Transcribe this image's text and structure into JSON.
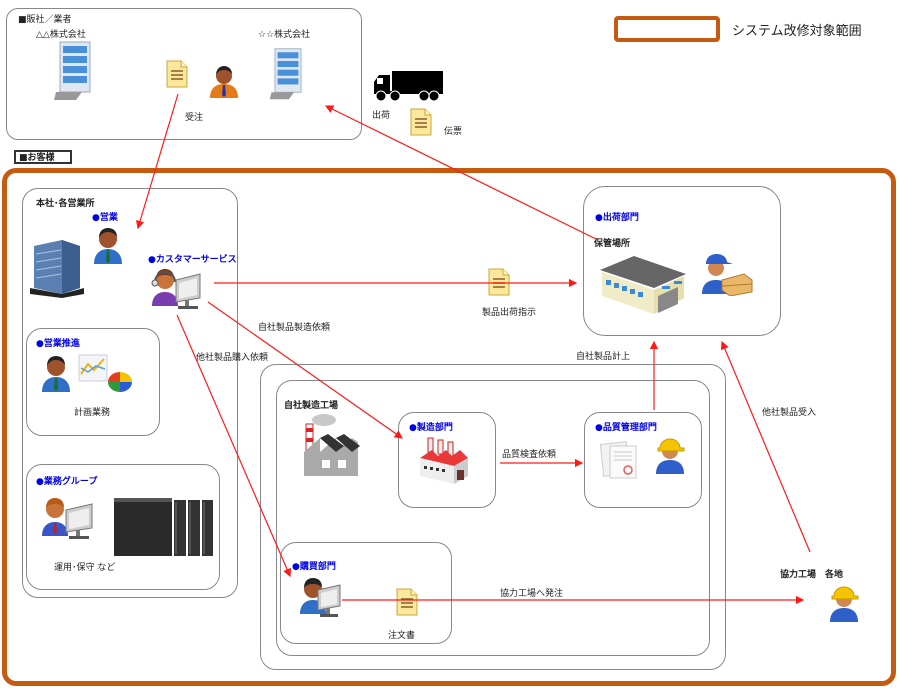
{
  "legend": {
    "label": "システム改修対象範囲",
    "color": "#c55a11"
  },
  "vendors": {
    "section_label": "■販社／業者",
    "company_a": "△△株式会社",
    "company_b": "☆☆株式会社",
    "order_label": "受注"
  },
  "shipping": {
    "ship_label": "出荷",
    "slip_label": "伝票"
  },
  "customer_tag": "■お客様",
  "head_office": {
    "title": "本社･各営業所",
    "sales": "●営業",
    "customer_service": "●カスタマーサービス",
    "sales_promo": {
      "title": "●営業推進",
      "caption": "計画業務"
    },
    "ops_group": {
      "title": "●業務グループ",
      "caption": "運用･保守 など"
    }
  },
  "shipping_dept": {
    "title": "●出荷部門",
    "storage": "保管場所"
  },
  "factory": {
    "title": "自社製造工場",
    "manufacturing": "●製造部門",
    "quality": "●品質管理部門",
    "purchasing": "●購買部門",
    "order_doc": "注文書"
  },
  "partner": {
    "title": "協力工場　各地"
  },
  "flows": {
    "ship_instruction": "製品出荷指示",
    "own_mfg_request": "自社製品製造依頼",
    "other_purchase_request": "他社製品購入依頼",
    "own_product_record": "自社製品計上",
    "quality_request": "品質検査依頼",
    "other_receive": "他社製品受入",
    "partner_order": "協力工場へ発注"
  },
  "colors": {
    "arrow": "#ff1a1a",
    "dept_text": "#0000e6",
    "border": "#888888"
  }
}
